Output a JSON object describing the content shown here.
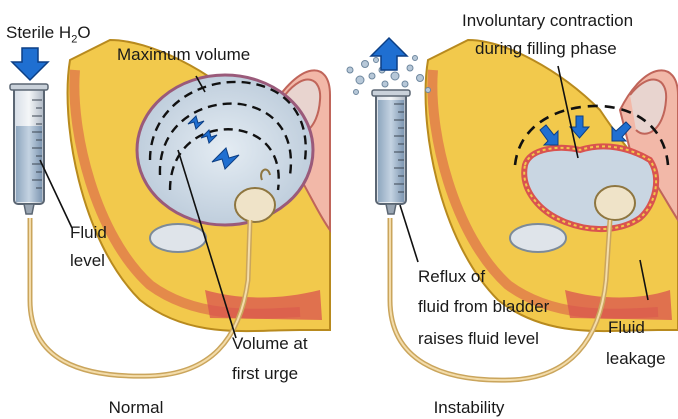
{
  "panels": [
    {
      "caption": "Normal",
      "labels": {
        "fluid_title": "Sterile H",
        "fluid_subscript": "2",
        "fluid_title_end": "O",
        "max_volume": "Maximum volume",
        "fluid_level_1": "Fluid",
        "fluid_level_2": "level",
        "urge_1": "Volume at",
        "urge_2": "first urge"
      }
    },
    {
      "caption": "Instability",
      "labels": {
        "contraction_1": "Involuntary contraction",
        "contraction_2": "during filling phase",
        "reflux_1": "Reflux of",
        "reflux_2": "fluid from bladder",
        "reflux_3": "raises fluid level",
        "leakage_1": "Fluid",
        "leakage_2": "leakage"
      }
    }
  ],
  "colors": {
    "arrow_blue": "#1f6fd1",
    "bladder_fill": "#c9d6e2",
    "fat_yellow": "#f2c94c",
    "muscle_red": "#d9534f",
    "tube_tan": "#e7c98a"
  },
  "icons": [
    "down-arrow-icon",
    "up-arrow-icon",
    "expansion-arrow-icon",
    "contraction-arrow-icon"
  ]
}
